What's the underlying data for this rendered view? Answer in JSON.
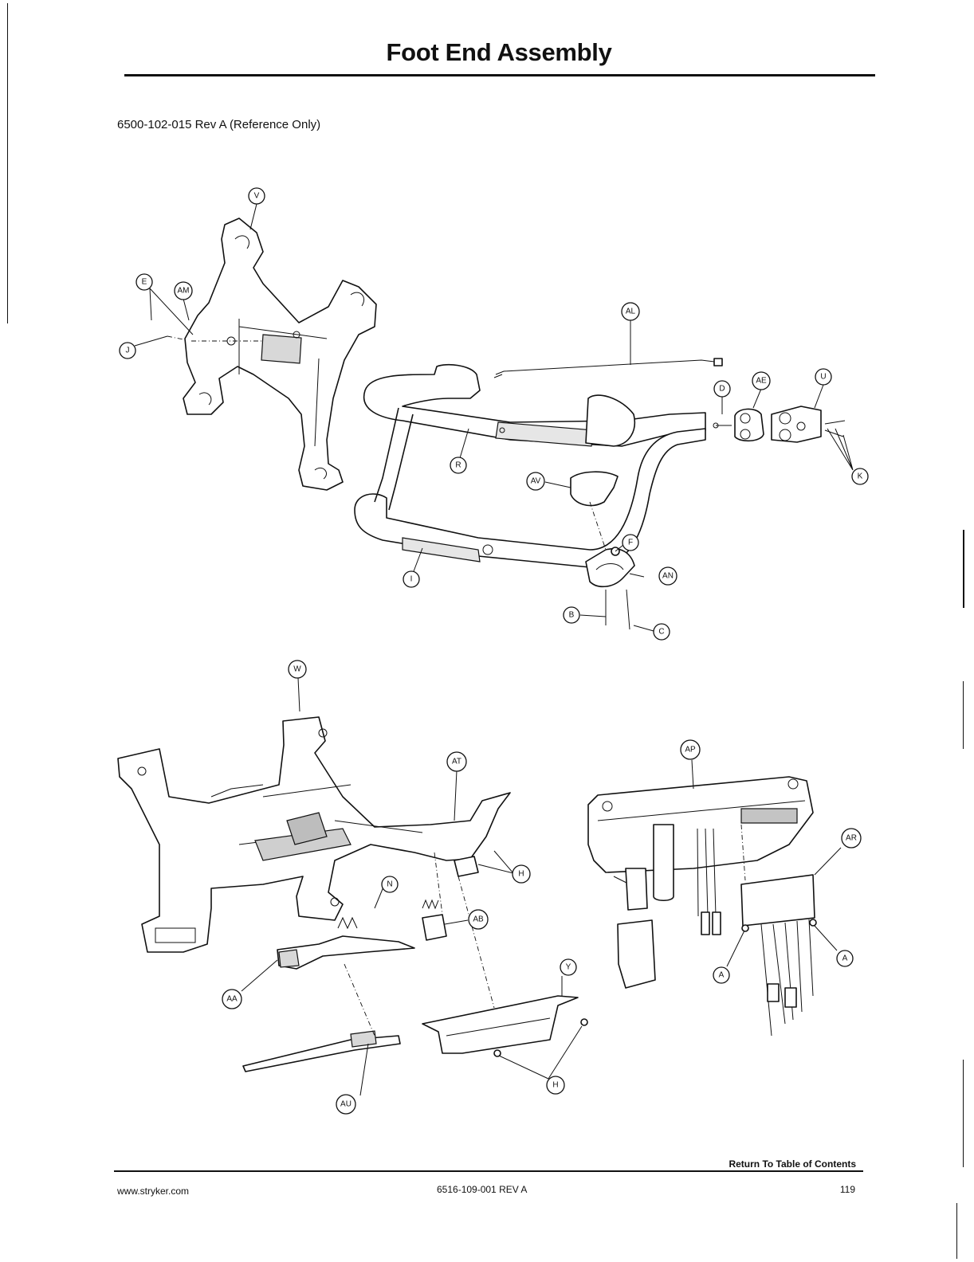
{
  "page": {
    "title": "Foot End Assembly",
    "drawing_ref": "6500-102-015 Rev A (Reference Only)"
  },
  "callouts": {
    "V": "V",
    "AM": "AM",
    "E": "E",
    "J": "J",
    "AL": "AL",
    "D": "D",
    "AE": "AE",
    "U": "U",
    "K": "K",
    "R": "R",
    "AV": "AV",
    "F": "F",
    "AN": "AN",
    "I": "I",
    "B": "B",
    "C": "C",
    "W": "W",
    "AT": "AT",
    "H": "H",
    "N": "N",
    "AB": "AB",
    "AA": "AA",
    "Y": "Y",
    "AU": "AU",
    "AP": "AP",
    "AR": "AR",
    "A": "A"
  },
  "footer": {
    "toc_link": "Return To Table of Contents",
    "website": "www.stryker.com",
    "doc_number": "6516-109-001 REV A",
    "page_number": "119"
  }
}
